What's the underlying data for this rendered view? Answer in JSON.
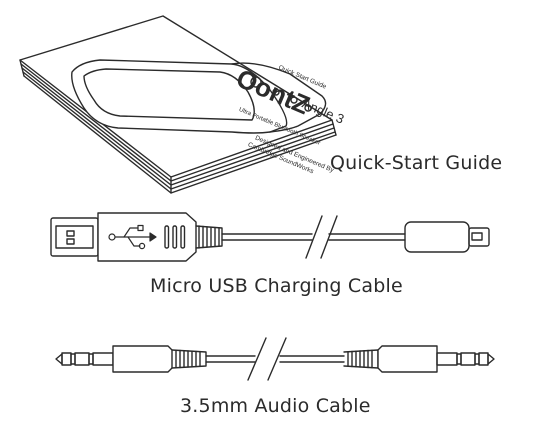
{
  "guide": {
    "caption": "Quick-Start Guide",
    "cover_small_title": "Quick Start Guide",
    "brand": "OontZ",
    "model": "Angle 3",
    "tagline": "Ultra Portable Bluetooth Speaker",
    "note_line1": "Designed and Engineered By",
    "note_line2": "Cambridge SoundWorks"
  },
  "usb_cable": {
    "caption": "Micro USB Charging Cable"
  },
  "audio_cable": {
    "caption": "3.5mm Audio Cable"
  },
  "colors": {
    "stroke": "#2b2b2b",
    "background": "#ffffff"
  }
}
